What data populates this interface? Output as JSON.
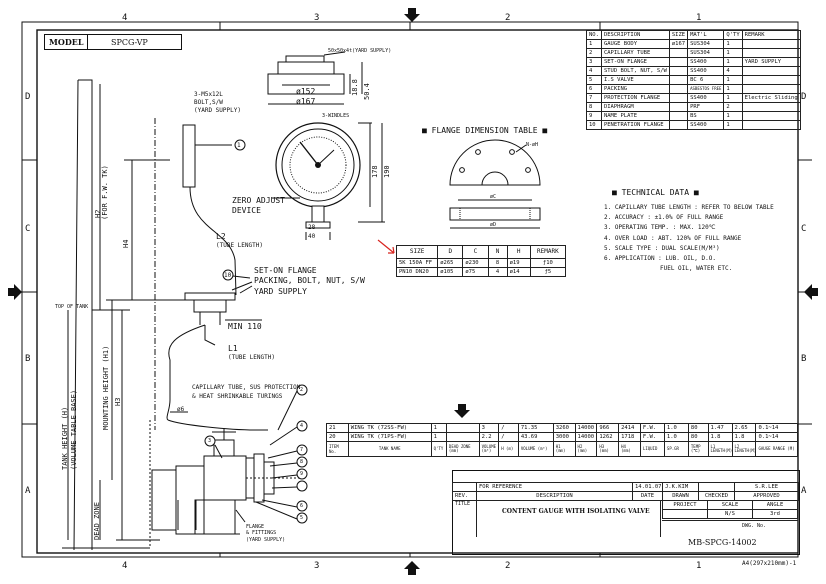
{
  "border": {
    "col_numbers_top": [
      "4",
      "3",
      "2",
      "1"
    ],
    "col_numbers_bottom": [
      "4",
      "3",
      "2",
      "1"
    ],
    "row_letters_left": [
      "D",
      "C",
      "B",
      "A"
    ],
    "row_letters_right": [
      "D",
      "C",
      "B",
      "A"
    ],
    "sheet_size": "A4(297x210mm)-1"
  },
  "model_box": {
    "label": "MODEL",
    "value": "SPCG-VP"
  },
  "parts_table": {
    "headers": [
      "NO.",
      "DESCRIPTION",
      "SIZE",
      "MAT'L",
      "Q'TY",
      "REMARK"
    ],
    "rows": [
      [
        "1",
        "GAUGE BODY",
        "ø167",
        "SUS304",
        "1",
        ""
      ],
      [
        "2",
        "CAPILLARY TUBE",
        "",
        "SUS304",
        "1",
        ""
      ],
      [
        "3",
        "SET-ON FLANGE",
        "",
        "SS400",
        "1",
        "YARD SUPPLY"
      ],
      [
        "4",
        "STUD BOLT, NUT, S/W",
        "",
        "SS400",
        "4",
        ""
      ],
      [
        "5",
        "I.S VALVE",
        "",
        "BC 6",
        "1",
        ""
      ],
      [
        "6",
        "PACKING",
        "",
        "ASBESTOS FREE",
        "1",
        ""
      ],
      [
        "7",
        "PROTECTION FLANGE",
        "",
        "SS400",
        "1",
        "Electric Sliding"
      ],
      [
        "8",
        "DIAPHRAGM",
        "",
        "PRF",
        "2",
        ""
      ],
      [
        "9",
        "NAME PLATE",
        "",
        "BS",
        "1",
        ""
      ],
      [
        "10",
        "PENETRATION FLANGE",
        "",
        "SS400",
        "1",
        ""
      ]
    ]
  },
  "flange_table": {
    "title": "■ FLANGE DIMENSION TABLE ■",
    "headers": [
      "SIZE",
      "D",
      "C",
      "N",
      "H",
      "REMARK"
    ],
    "rows": [
      [
        "5K 150A FF",
        "ø265",
        "ø230",
        "8",
        "ø19",
        "ƒ10"
      ],
      [
        "PN10 DN20",
        "ø105",
        "ø75",
        "4",
        "ø14",
        "ƒ5"
      ]
    ],
    "hole_label": "N-øH",
    "dim_c": "øC",
    "dim_d": "øD"
  },
  "technical": {
    "title": "■ TECHNICAL DATA ■",
    "items": [
      "1. CAPILLARY TUBE LENGTH : REFER TO BELOW TABLE",
      "2. ACCURACY : ±1.0% OF FULL RANGE",
      "3. OPERATING TEMP. : MAX. 120℃",
      "4. OVER LOAD : ABT. 120% OF FULL RANGE",
      "5. SCALE TYPE : DUAL SCALE(M/M³)",
      "6. APPLICATION : LUB. OIL, D.O.",
      "FUEL OIL, WATER ETC."
    ]
  },
  "tank_table": {
    "rows": [
      [
        "21",
        "WING TK (72SS-FW)",
        "1",
        "",
        "3",
        "/",
        "71.35",
        "3260",
        "14000",
        "966",
        "2414",
        "F.W.",
        "1.0",
        "80",
        "1.47",
        "2.65",
        "0.1~14"
      ],
      [
        "20",
        "WING TK (71PS-FW)",
        "1",
        "",
        "2.2",
        "/",
        "43.69",
        "3000",
        "14000",
        "1262",
        "1718",
        "F.W.",
        "1.0",
        "80",
        "1.8",
        "1.8",
        "0.1~14"
      ]
    ],
    "headers": [
      "ITEM No.",
      "TANK NAME",
      "Q'TY",
      "DEAD ZONE (mm)",
      "VOLUME (m³)",
      "H (m)",
      "VOLUME (m³)",
      "H1 (mm)",
      "H2 (mm)",
      "H3 (mm)",
      "H4 (mm)",
      "LIQUID",
      "SP.GR",
      "TEMP (℃)",
      "L1 LENGTH(M)",
      "L2 LENGTH(M)",
      "GAUGE RANGE (M)"
    ]
  },
  "title_block": {
    "revision_row": [
      "",
      "FOR REFERENCE",
      "14.01.07",
      "J.K.KIM",
      "",
      "S.R.LEE"
    ],
    "rev_headers": [
      "REV.",
      "DESCRIPTION",
      "DATE",
      "DRAWN",
      "CHECKED",
      "APPROVED"
    ],
    "title_label": "TITLE",
    "project_label": "PROJECT",
    "scale_label": "SCALE",
    "angle_label": "ANGLE",
    "title": "CONTENT GAUGE WITH ISOLATING VALVE",
    "scale_value": "N/S",
    "angle_value": "3rd",
    "dwg_label": "DWG. No.",
    "dwg_no": "MB-SPCG-14002"
  },
  "gauge_labels": {
    "boss": "50x50x4t(YARD SUPPLY)",
    "d152": "ø152",
    "d167": "ø167",
    "dim188": "18.8",
    "dim504": "50.4",
    "windles": "3-WINDLES",
    "dim178": "178",
    "dim190": "190",
    "dim28": "28",
    "dim40": "40",
    "zero1": "ZERO ADJUST",
    "zero2": "DEVICE",
    "bolt1": "3-M5x12L",
    "bolt2": "BOLT,S/W",
    "bolt3": "(YARD SUPPLY)",
    "l2": "L2",
    "l2sub": "(TUBE LENGTH)",
    "l1": "L1",
    "l1sub": "(TUBE LENGTH)",
    "seton1": "SET-ON FLANGE",
    "seton2": "PACKING, BOLT, NUT, S/W",
    "seton3": "YARD SUPPLY",
    "min110": "MIN 110",
    "cap1": "CAPILLARY TUBE, SUS PROTECTION",
    "cap2": "& HEAT SHRINKABLE TURINGS",
    "phi6": "ø6",
    "flange1": "FLANGE",
    "flange2": "& FITTINGS",
    "flange3": "(YARD SUPPLY)",
    "top_tank": "TOP OF TANK",
    "h2": "H2",
    "h2sub": "(FOR F.W. TK)",
    "h4": "H4",
    "mount": "MOUNTING HEIGHT (H1)",
    "tank": "TANK HEIGHT (H)",
    "tanksub": "(VOLUME TABLE BASE)",
    "h3": "H3",
    "dead": "DEAD ZONE",
    "callouts": [
      "1",
      "10",
      "2",
      "3",
      "4",
      "5",
      "6",
      "7",
      "8",
      "9"
    ]
  }
}
